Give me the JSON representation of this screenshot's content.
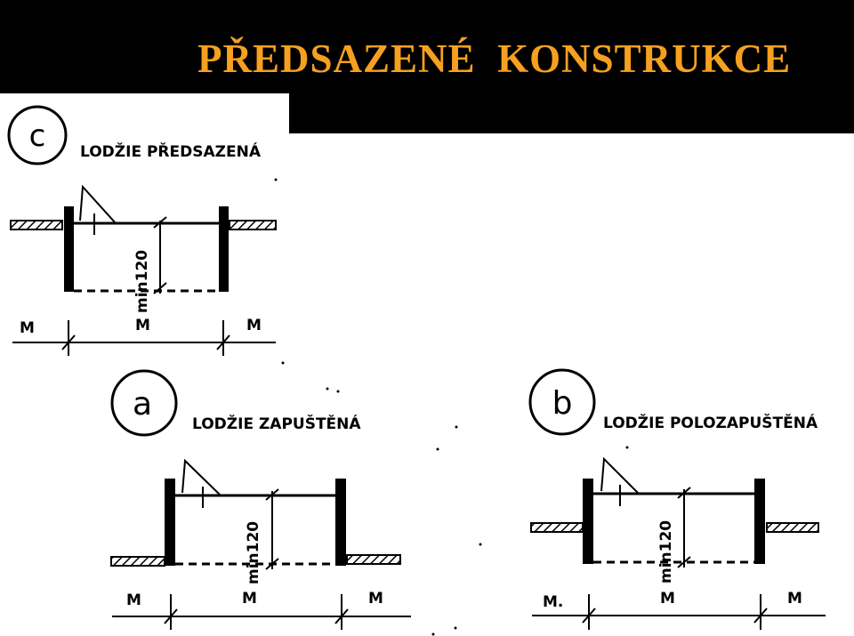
{
  "title": "PŘEDSAZENÉ  KONSTRUKCE",
  "colors": {
    "title_bar": "#000000",
    "title_text": "#f5a020",
    "ink": "#000000"
  },
  "panels": [
    {
      "id": "c",
      "badge": "c",
      "caption": "LODŽIE PŘEDSAZENÁ",
      "dimension": "min120",
      "labels": [
        "M",
        "M",
        "M"
      ]
    },
    {
      "id": "a",
      "badge": "a",
      "caption": "LODŽIE ZAPUŠTĚNÁ",
      "dimension": "min120",
      "labels": [
        "M",
        "M",
        "M"
      ]
    },
    {
      "id": "b",
      "badge": "b",
      "caption": "LODŽIE POLOZAPUŠTĚNÁ",
      "dimension": "min120",
      "labels": [
        "M.",
        "M",
        "M"
      ]
    }
  ]
}
